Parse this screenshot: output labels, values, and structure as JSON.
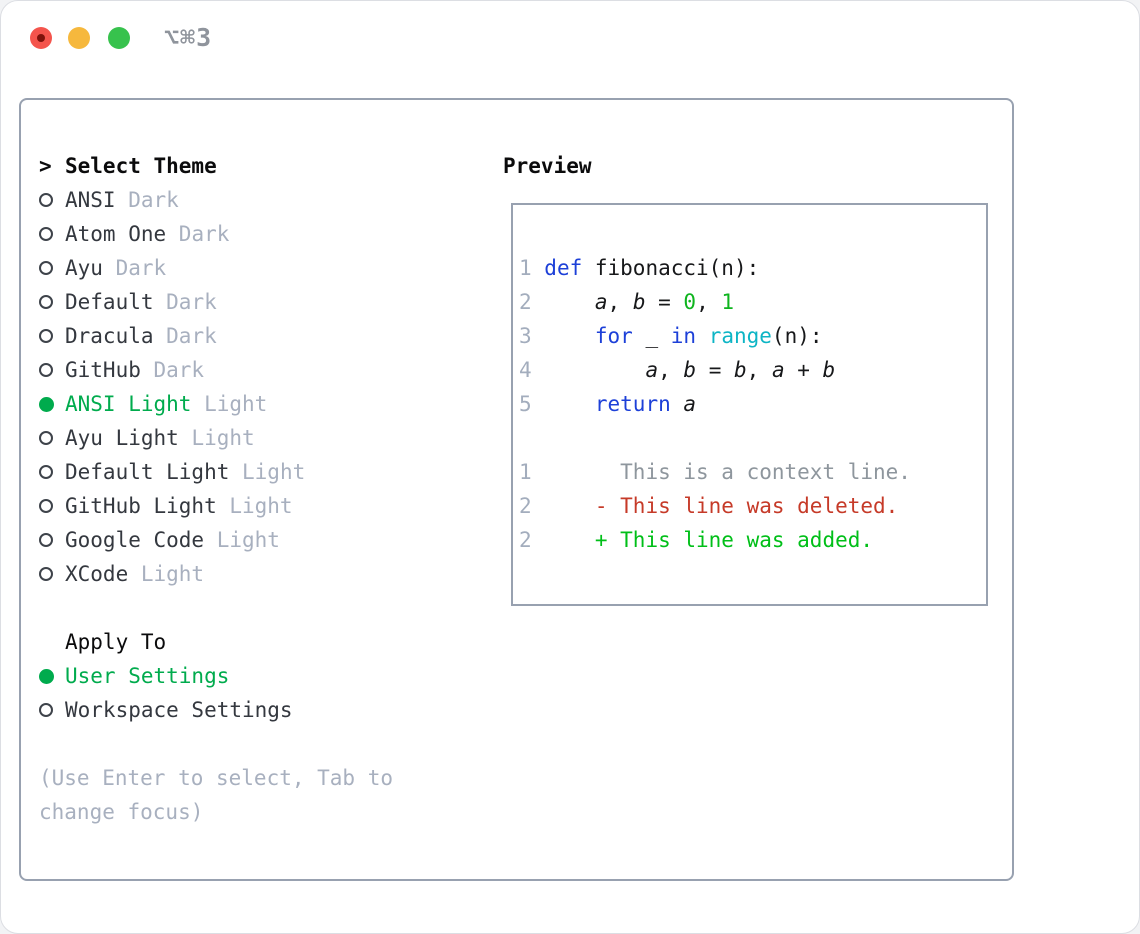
{
  "window": {
    "title": "⌥⌘3"
  },
  "theme_list": {
    "header_prefix": ">",
    "header": "Select Theme",
    "items": [
      {
        "name": "ANSI",
        "variant": "Dark",
        "selected": false
      },
      {
        "name": "Atom One",
        "variant": "Dark",
        "selected": false
      },
      {
        "name": "Ayu",
        "variant": "Dark",
        "selected": false
      },
      {
        "name": "Default",
        "variant": "Dark",
        "selected": false
      },
      {
        "name": "Dracula",
        "variant": "Dark",
        "selected": false
      },
      {
        "name": "GitHub",
        "variant": "Dark",
        "selected": false
      },
      {
        "name": "ANSI Light",
        "variant": "Light",
        "selected": true
      },
      {
        "name": "Ayu Light",
        "variant": "Light",
        "selected": false
      },
      {
        "name": "Default Light",
        "variant": "Light",
        "selected": false
      },
      {
        "name": "GitHub Light",
        "variant": "Light",
        "selected": false
      },
      {
        "name": "Google Code",
        "variant": "Light",
        "selected": false
      },
      {
        "name": "XCode",
        "variant": "Light",
        "selected": false
      }
    ]
  },
  "apply_to": {
    "header": "Apply To",
    "options": [
      {
        "label": "User Settings",
        "selected": true
      },
      {
        "label": "Workspace Settings",
        "selected": false
      }
    ]
  },
  "hint": "(Use Enter to select, Tab to change focus)",
  "preview": {
    "header": "Preview",
    "code_lines": [
      {
        "num": "1",
        "tokens": [
          {
            "c": "kw",
            "t": "def"
          },
          {
            "c": "plain",
            "t": " fibonacci(n):"
          }
        ]
      },
      {
        "num": "2",
        "tokens": [
          {
            "c": "plain",
            "t": "    "
          },
          {
            "c": "var",
            "t": "a"
          },
          {
            "c": "plain",
            "t": ", "
          },
          {
            "c": "var",
            "t": "b"
          },
          {
            "c": "plain",
            "t": " = "
          },
          {
            "c": "lit",
            "t": "0"
          },
          {
            "c": "plain",
            "t": ", "
          },
          {
            "c": "lit",
            "t": "1"
          }
        ]
      },
      {
        "num": "3",
        "tokens": [
          {
            "c": "plain",
            "t": "    "
          },
          {
            "c": "kw",
            "t": "for"
          },
          {
            "c": "plain",
            "t": " _ "
          },
          {
            "c": "kw",
            "t": "in"
          },
          {
            "c": "plain",
            "t": " "
          },
          {
            "c": "fn",
            "t": "range"
          },
          {
            "c": "plain",
            "t": "(n):"
          }
        ]
      },
      {
        "num": "4",
        "tokens": [
          {
            "c": "plain",
            "t": "        "
          },
          {
            "c": "var",
            "t": "a"
          },
          {
            "c": "plain",
            "t": ", "
          },
          {
            "c": "var",
            "t": "b"
          },
          {
            "c": "plain",
            "t": " = "
          },
          {
            "c": "var",
            "t": "b"
          },
          {
            "c": "plain",
            "t": ", "
          },
          {
            "c": "var",
            "t": "a"
          },
          {
            "c": "plain",
            "t": " + "
          },
          {
            "c": "var",
            "t": "b"
          }
        ]
      },
      {
        "num": "5",
        "tokens": [
          {
            "c": "plain",
            "t": "    "
          },
          {
            "c": "kw",
            "t": "return"
          },
          {
            "c": "plain",
            "t": " "
          },
          {
            "c": "var",
            "t": "a"
          }
        ]
      },
      {
        "num": "",
        "tokens": []
      },
      {
        "num": "1",
        "tokens": [
          {
            "c": "ctx",
            "t": "      This is a context line."
          }
        ]
      },
      {
        "num": "2",
        "tokens": [
          {
            "c": "del",
            "t": "    - This line was deleted."
          }
        ]
      },
      {
        "num": "2",
        "tokens": [
          {
            "c": "add",
            "t": "    + This line was added."
          }
        ]
      }
    ]
  },
  "colors": {
    "accent-green": "#00ab4d",
    "traffic-red": "#f4544c",
    "traffic-red-dot": "#7e120b",
    "traffic-yellow": "#f6b83d",
    "traffic-green": "#37c24d",
    "title-gray": "#8f949c",
    "border-gray": "#98a1b0",
    "radio-stroke": "#3e434a",
    "text-dark": "#34383f",
    "text-black": "#0b0b0c",
    "muted-gray": "#a8b0bf",
    "lineno-gray": "#a3adbd",
    "context-gray": "#8e969d",
    "code-blue": "#1d40d8",
    "code-cyan": "#0db5c5",
    "code-green": "#0eb41e",
    "diff-red": "#c63a28",
    "diff-green": "#00bf18",
    "code-plain": "#17181a"
  }
}
